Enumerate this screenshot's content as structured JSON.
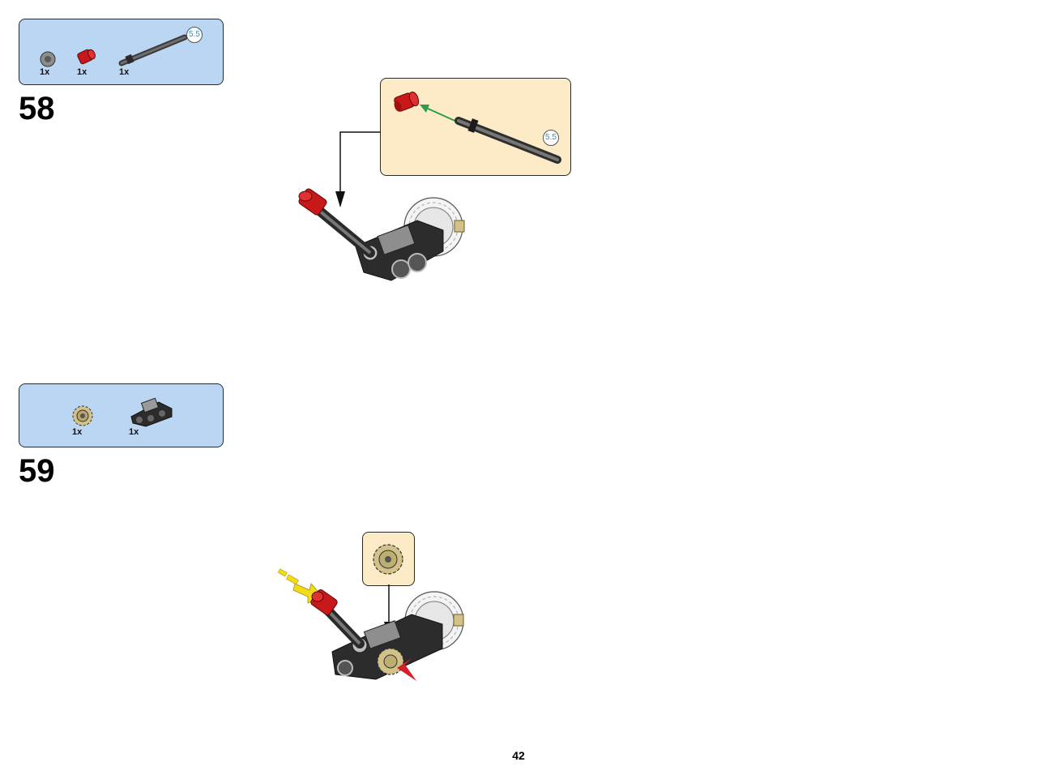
{
  "page_number": "42",
  "steps": [
    {
      "number": "58",
      "parts": [
        {
          "part": "gray-bush-icon",
          "quantity": "1x"
        },
        {
          "part": "red-connector-icon",
          "quantity": "1x"
        },
        {
          "part": "axle-5.5-icon",
          "quantity": "1x"
        }
      ],
      "axle_length_label": "5.5",
      "callout_axle_length_label": "5.5"
    },
    {
      "number": "59",
      "parts": [
        {
          "part": "tan-gear-icon",
          "quantity": "1x"
        },
        {
          "part": "black-beam-icon",
          "quantity": "1x"
        }
      ]
    }
  ],
  "colors": {
    "parts_box_bg": "#bad6f2",
    "callout_bg": "#fdebc8",
    "lego_red": "#c8181a",
    "lego_dark_gray": "#3c3c3c",
    "lego_tan": "#d2c28a",
    "insert_arrow_green": "#2e9a4a",
    "motion_arrow_yellow": "#f2dc1a",
    "rotation_arrow_red": "#d4202a"
  }
}
